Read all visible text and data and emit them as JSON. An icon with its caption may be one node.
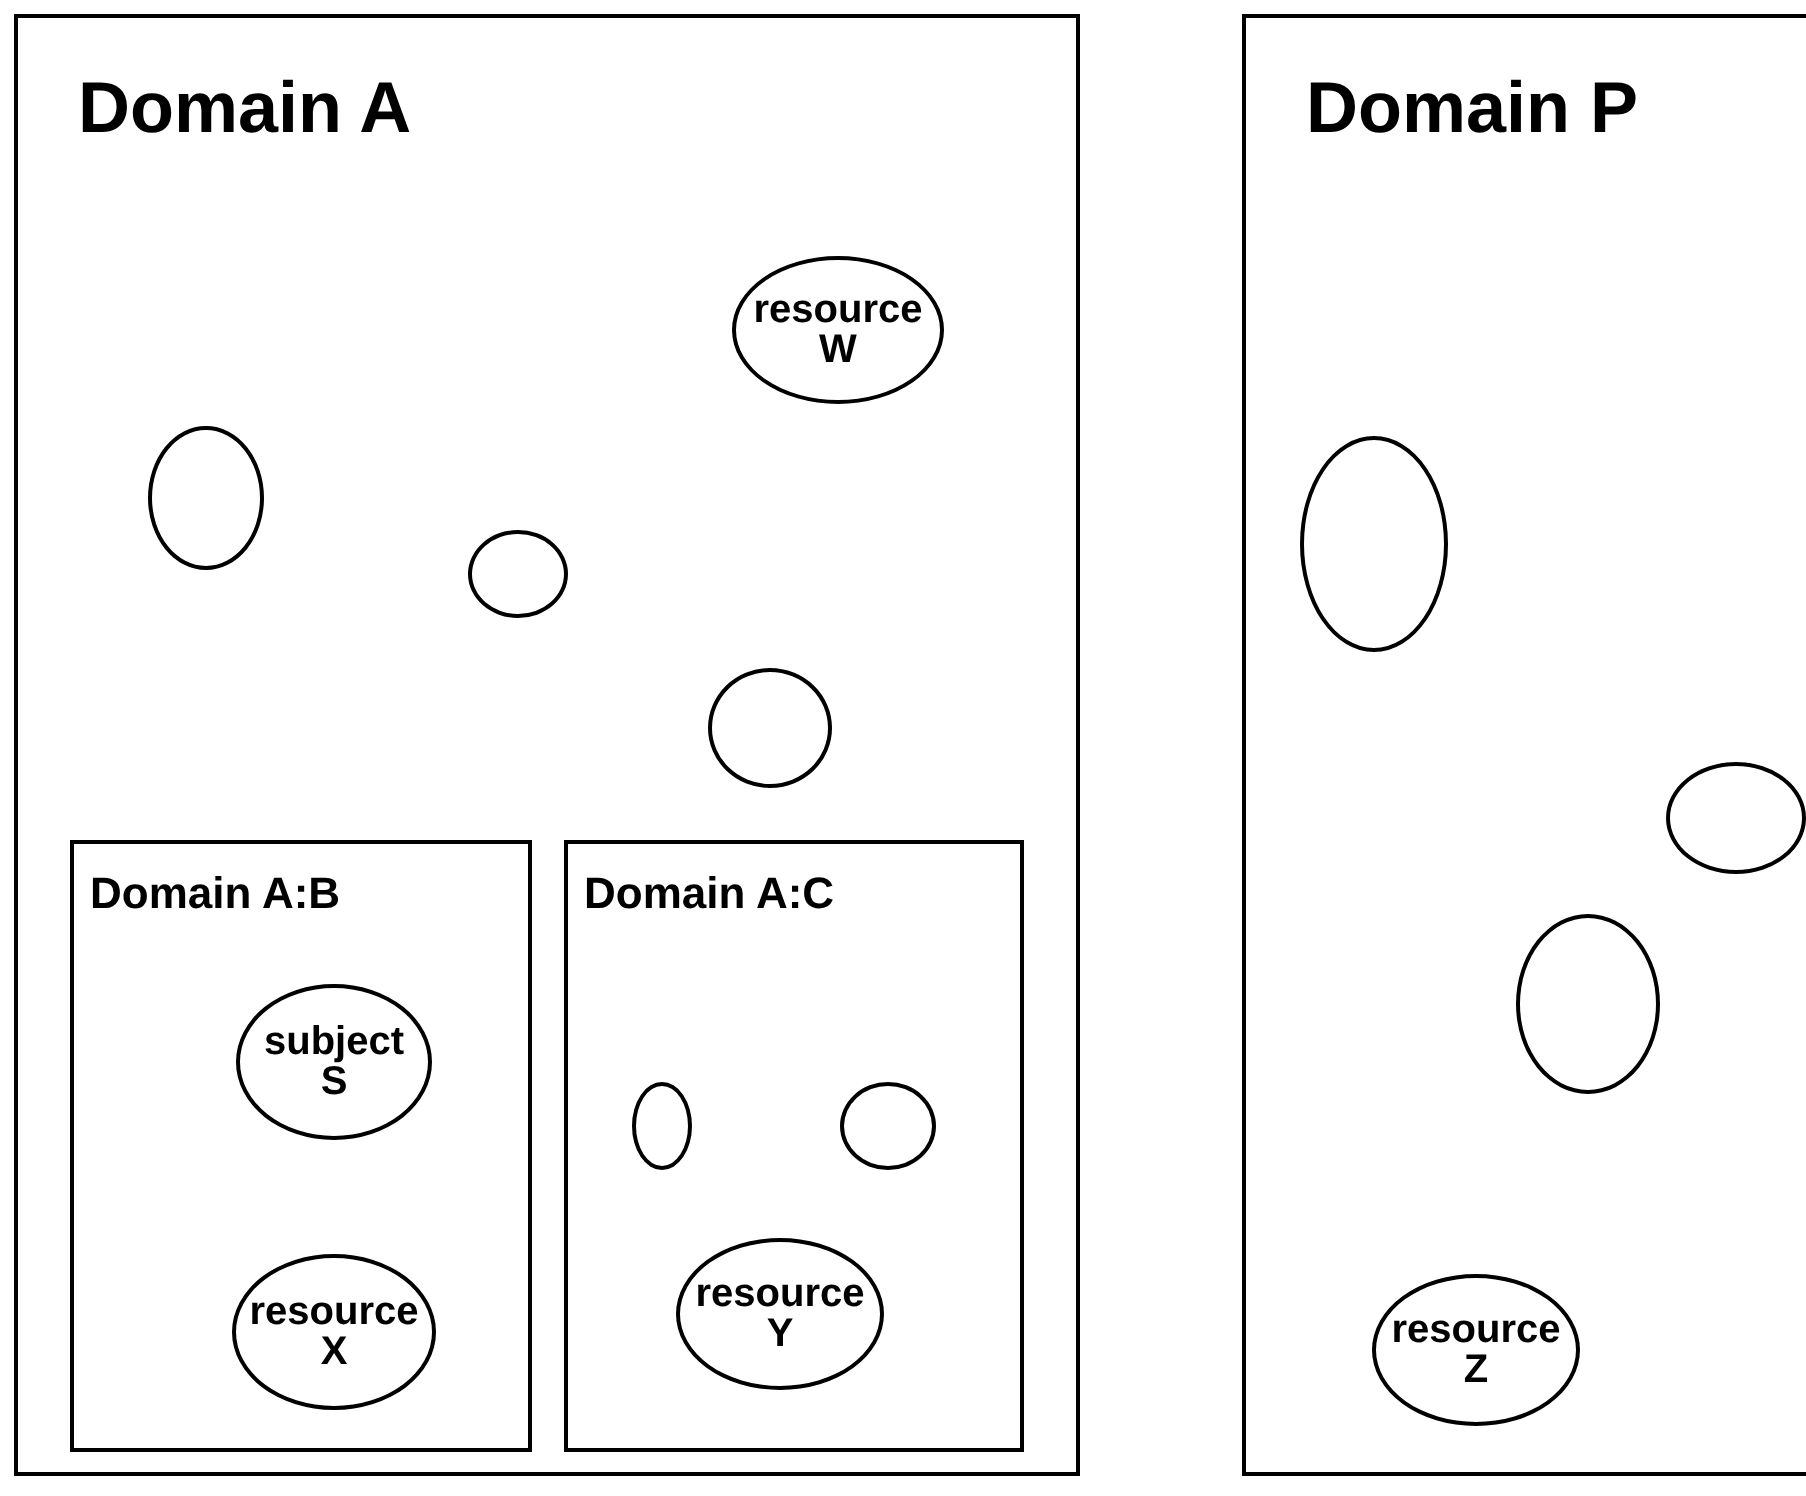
{
  "diagram": {
    "nodes": [
      {
        "text": [
          "Domain A"
        ]
      },
      {
        "text": [
          "resource W"
        ],
        "in": 0
      },
      {
        "text": [],
        "shape": "ellipse",
        "in": 0
      },
      {
        "text": [],
        "shape": "ellipse",
        "in": 0
      },
      {
        "text": [],
        "shape": "ellipse",
        "in": 0
      },
      {
        "text": [
          "Domain A:B"
        ],
        "in": 0
      },
      {
        "text": [
          "subject S"
        ],
        "in": 5
      },
      {
        "text": [
          "resource X"
        ],
        "in": 5
      },
      {
        "text": [
          "Domain A:C"
        ],
        "in": 0
      },
      {
        "text": [],
        "shape": "ellipse",
        "in": 8
      },
      {
        "text": [],
        "shape": "ellipse",
        "in": 8
      },
      {
        "text": [
          "resource Y"
        ],
        "in": 8
      },
      {
        "text": [
          "Domain P"
        ]
      },
      {
        "text": [],
        "shape": "ellipse",
        "in": 12
      },
      {
        "text": [],
        "shape": "ellipse",
        "in": 12
      },
      {
        "text": [],
        "shape": "ellipse",
        "in": 12
      },
      {
        "text": [
          "resource Z"
        ],
        "in": 12
      }
    ],
    "edges": []
  }
}
